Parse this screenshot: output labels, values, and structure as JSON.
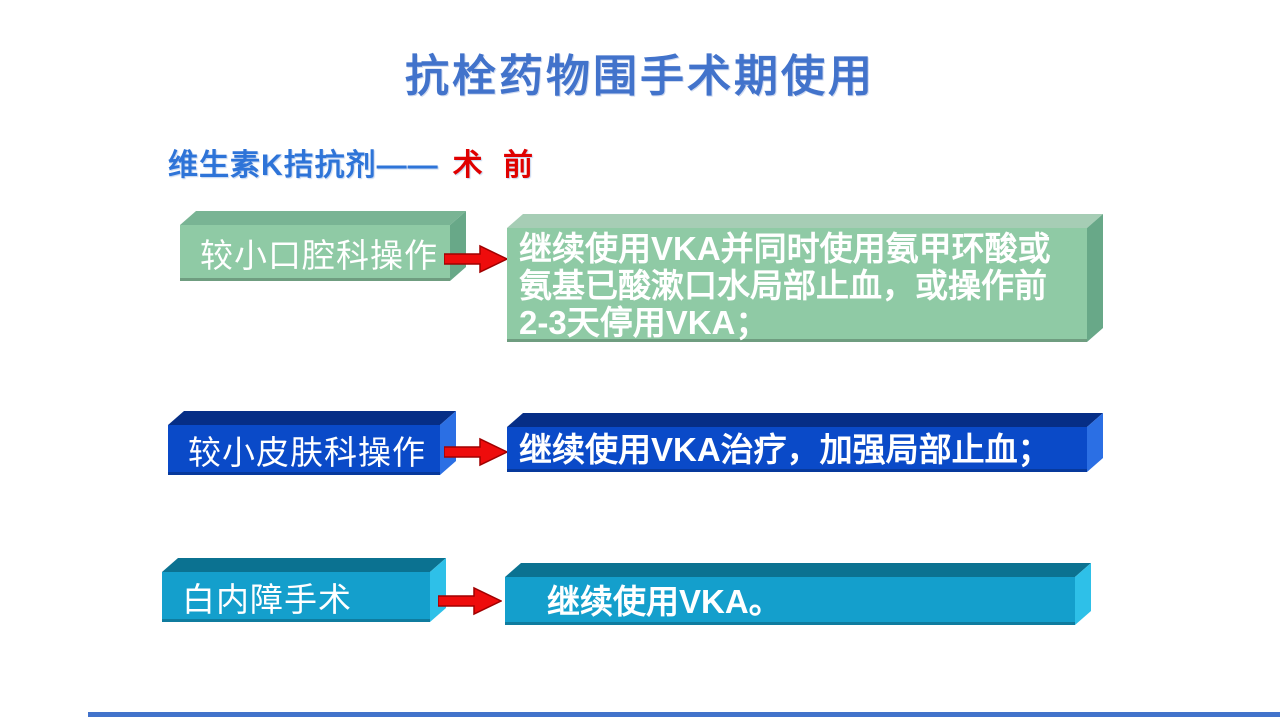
{
  "slide": {
    "title": "抗栓药物围手术期使用",
    "subtitle_prefix": "维生素K拮抗剂——",
    "subtitle_highlight": "术 前"
  },
  "rows": [
    {
      "label": "较小口腔科操作",
      "result": "继续使用VKA并同时使用氨甲环酸或氨基已酸漱口水局部止血，或操作前2-3天停用VKA；",
      "theme": "green"
    },
    {
      "label": "较小皮肤科操作",
      "result": "继续使用VKA治疗，加强局部止血；",
      "theme": "blue"
    },
    {
      "label": "白内障手术",
      "result": "继续使用VKA。",
      "theme": "cyan"
    }
  ],
  "colors": {
    "title_blue": "#4273CB",
    "subtitle_blue": "#2E74D8",
    "highlight_red": "#E00000",
    "arrow_red": "#EE0C0C",
    "green_face": "#8FCAA5",
    "green_top_dark": "#79B494",
    "green_top_light": "#A6CDB5",
    "green_side": "#68A888",
    "blue_face": "#0A4AC8",
    "blue_top": "#062E86",
    "blue_side": "#2B6FE4",
    "cyan_face": "#149FCC",
    "cyan_top": "#0B7291",
    "cyan_side": "#2EC0E8",
    "footer_bar": "#4273CB"
  }
}
